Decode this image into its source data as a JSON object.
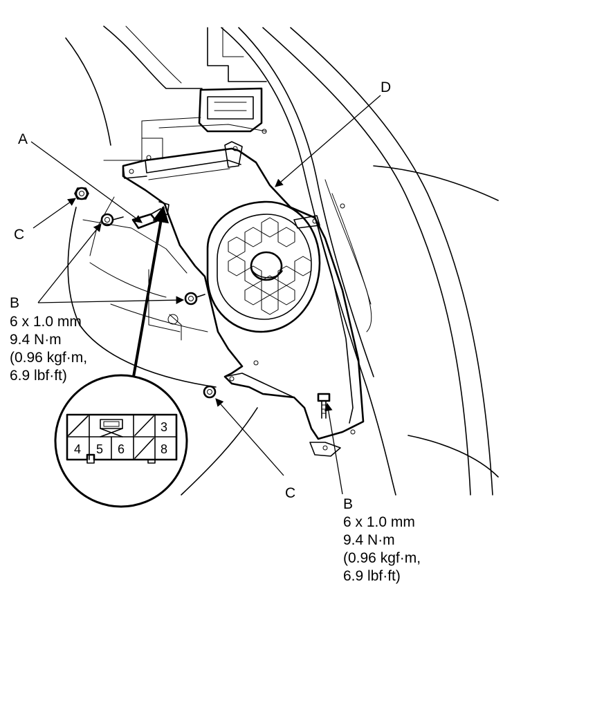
{
  "labels": {
    "a": "A",
    "d": "D",
    "c_left": "C",
    "c_bottom": "C",
    "b_left": {
      "letter": "B",
      "size": "6 x 1.0 mm",
      "torque_nm": "9.4 N·m",
      "torque_kgf": "(0.96 kgf·m,",
      "torque_lbf": "6.9 lbf·ft)"
    },
    "b_right": {
      "letter": "B",
      "size": "6 x 1.0 mm",
      "torque_nm": "9.4 N·m",
      "torque_kgf": "(0.96 kgf·m,",
      "torque_lbf": "6.9 lbf·ft)"
    }
  },
  "connector": {
    "pins": [
      "3",
      "4",
      "5",
      "6",
      "8"
    ]
  }
}
